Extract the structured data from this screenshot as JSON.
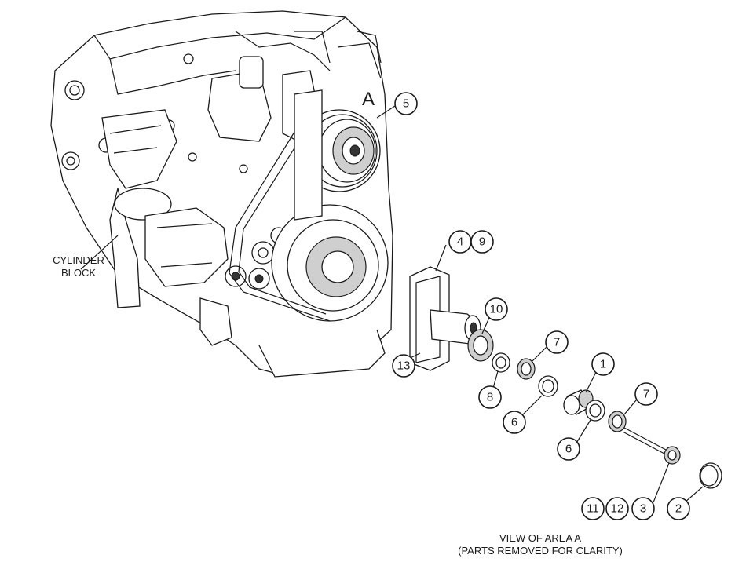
{
  "view_letter": "A",
  "cylinder_block_label": [
    "CYLINDER",
    "BLOCK"
  ],
  "view_caption": [
    "VIEW OF AREA A",
    "(PARTS REMOVED FOR CLARITY)"
  ],
  "callouts": [
    "5",
    "4",
    "9",
    "10",
    "13",
    "7",
    "8",
    "1",
    "6",
    "6",
    "7",
    "11",
    "12",
    "3",
    "2"
  ]
}
